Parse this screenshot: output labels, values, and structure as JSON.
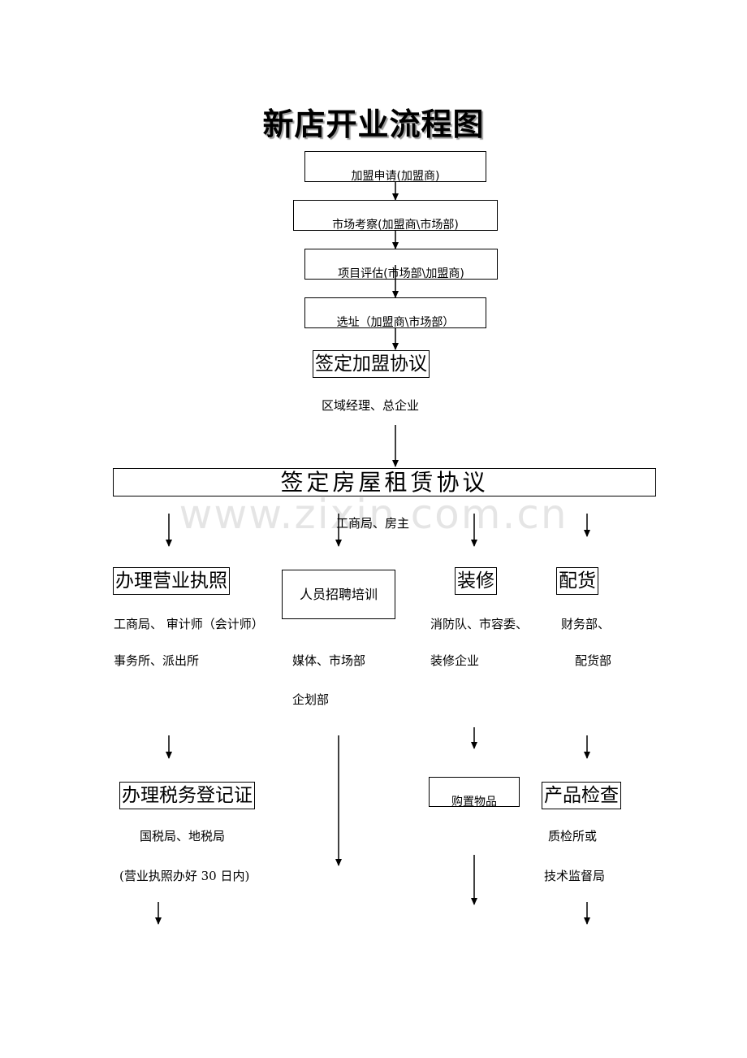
{
  "title": "新店开业流程图",
  "watermark": "www.zixin.com.cn",
  "top_steps": [
    "加盟申请(加盟商)",
    "市场考察(加盟商\\市场部)",
    "项目评估(市场部\\加盟商)",
    "选址（加盟商\\市场部）"
  ],
  "sign_franchise": {
    "label": "签定加盟协议",
    "note": "区域经理、总企业"
  },
  "sign_lease": {
    "label": "签定房屋租赁协议",
    "note": "工商局、房主"
  },
  "branches": {
    "license": {
      "label": "办理营业执照",
      "notes": [
        "工商局、 审计师（会计师）",
        "事务所、派出所"
      ]
    },
    "recruit": {
      "label": "人员招聘培训",
      "notes": [
        "媒体、市场部",
        "企划部"
      ]
    },
    "decorate": {
      "label": "装修",
      "notes": [
        "消防队、市容委、",
        "装修企业"
      ]
    },
    "stock": {
      "label": "配货",
      "notes": [
        "财务部、",
        "配货部"
      ]
    }
  },
  "second_level": {
    "tax": {
      "label": "办理税务登记证",
      "notes": [
        "国税局、地税局",
        "(营业执照办好 30 日内)"
      ]
    },
    "purchase": {
      "label": "购置物品"
    },
    "inspect": {
      "label": "产品检查",
      "notes": [
        "质检所或",
        "技术监督局"
      ]
    }
  }
}
